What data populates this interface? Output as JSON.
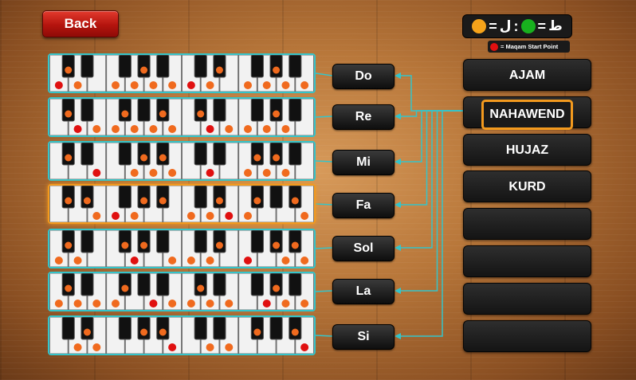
{
  "back_button": {
    "label": "Back"
  },
  "legend": {
    "orange_glyph": "ﻝ",
    "separator": ":",
    "green_glyph": "ﻁ",
    "orange_color": "#f5a31a",
    "green_color": "#18b01e",
    "equals": "=",
    "start_point_label": "= Maqam Start Point",
    "start_point_color": "#e01010"
  },
  "colors": {
    "accent_cyan": "#35c4c9",
    "selected_orange": "#f39a1e",
    "note_orange": "#f06a1e",
    "start_red": "#e01010"
  },
  "notes": [
    "Do",
    "Re",
    "Mi",
    "Fa",
    "Sol",
    "La",
    "Si"
  ],
  "selected_note": "Fa",
  "maqams": [
    "AJAM",
    "NAHAWEND",
    "HUJAZ",
    "KURD",
    "",
    "",
    "",
    ""
  ],
  "selected_maqam": "NAHAWEND",
  "keyboards": [
    {
      "note": "Do",
      "white": [
        [
          "r"
        ],
        [
          "o"
        ],
        [],
        [
          "o"
        ],
        [
          "o"
        ],
        [
          "o"
        ],
        [
          "o"
        ],
        [
          "r"
        ],
        [
          "o"
        ],
        [],
        [
          "o"
        ],
        [
          "o"
        ],
        [
          "o"
        ],
        [
          "o"
        ]
      ],
      "black": [
        "o",
        "",
        "",
        "o",
        "",
        "",
        "o",
        "",
        "o",
        "",
        "",
        ""
      ]
    },
    {
      "note": "Re",
      "white": [
        [],
        [
          "r"
        ],
        [
          "o"
        ],
        [
          "o"
        ],
        [
          "o"
        ],
        [
          "o"
        ],
        [
          "o"
        ],
        [],
        [
          "r"
        ],
        [
          "o"
        ],
        [
          "o"
        ],
        [
          "o"
        ],
        [
          "o"
        ],
        []
      ],
      "black": [
        "o",
        "",
        "o",
        "",
        "o",
        "o",
        "",
        "",
        "o",
        "",
        "o",
        ""
      ]
    },
    {
      "note": "Mi",
      "white": [
        [],
        [],
        [
          "r"
        ],
        [],
        [
          "o"
        ],
        [
          "o"
        ],
        [
          "o"
        ],
        [],
        [
          "r"
        ],
        [],
        [
          "o"
        ],
        [
          "o"
        ],
        [
          "o"
        ],
        []
      ],
      "black": [
        "o",
        "",
        "",
        "o",
        "o",
        "",
        "",
        "o",
        "o",
        "",
        "",
        ""
      ]
    },
    {
      "note": "Fa",
      "white": [
        [],
        [],
        [
          "o"
        ],
        [
          "r"
        ],
        [
          "o"
        ],
        [],
        [],
        [
          "o"
        ],
        [
          "o"
        ],
        [
          "r"
        ],
        [
          "o"
        ],
        [],
        [],
        [
          "o"
        ]
      ],
      "black": [
        "o",
        "o",
        "",
        "o",
        "o",
        "",
        "o",
        "o",
        "",
        "o",
        "o",
        ""
      ]
    },
    {
      "note": "Sol",
      "white": [
        [
          "o"
        ],
        [
          "o"
        ],
        [],
        [],
        [
          "r"
        ],
        [],
        [
          "o"
        ],
        [
          "o"
        ],
        [
          "o"
        ],
        [],
        [
          "r"
        ],
        [],
        [
          "o"
        ],
        [
          "o"
        ]
      ],
      "black": [
        "o",
        "",
        "o",
        "o",
        "",
        "",
        "o",
        "",
        "o",
        "o",
        "",
        ""
      ]
    },
    {
      "note": "La",
      "white": [
        [
          "o"
        ],
        [
          "o"
        ],
        [
          "o"
        ],
        [
          "o"
        ],
        [],
        [
          "r"
        ],
        [
          "o"
        ],
        [
          "o"
        ],
        [
          "o"
        ],
        [
          "o"
        ],
        [],
        [
          "r"
        ],
        [
          "o"
        ],
        [
          "o"
        ]
      ],
      "black": [
        "o",
        "",
        "o",
        "",
        "",
        "o",
        "",
        "",
        "o",
        "",
        "",
        ""
      ]
    },
    {
      "note": "Si",
      "white": [
        [],
        [
          "o"
        ],
        [
          "o"
        ],
        [],
        [],
        [],
        [
          "r"
        ],
        [],
        [
          "o"
        ],
        [
          "o"
        ],
        [],
        [],
        [],
        [
          "r"
        ]
      ],
      "black": [
        "",
        "o",
        "",
        "o",
        "o",
        "",
        "",
        "o",
        "",
        "o",
        "o",
        ""
      ]
    }
  ]
}
